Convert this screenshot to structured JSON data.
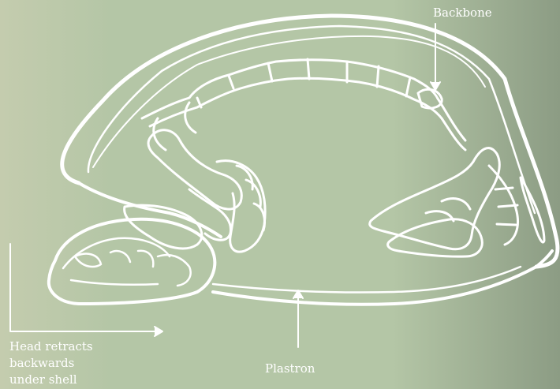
{
  "colors": {
    "background_left": "#c4ccae",
    "background_mid": "#b4c6a6",
    "background_right": "#8c9c84",
    "line": "#ffffff"
  },
  "labels": {
    "backbone": "Backbone",
    "plastron": "Plastron",
    "head_line1": "Head retracts",
    "head_line2": "backwards",
    "head_line3": "under shell"
  }
}
